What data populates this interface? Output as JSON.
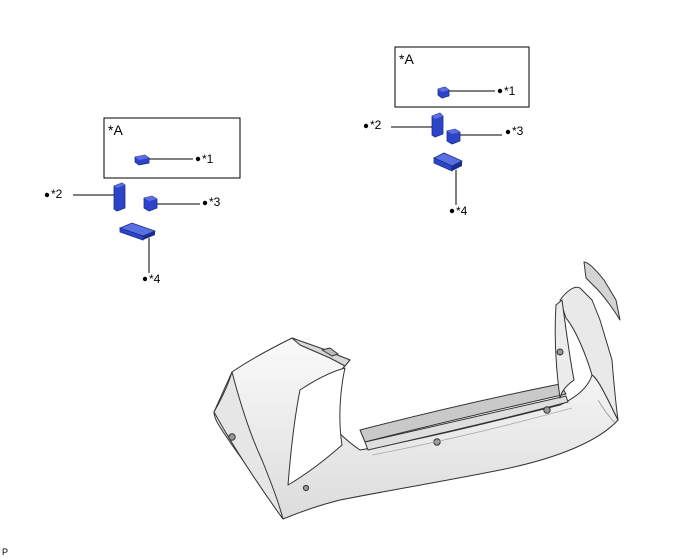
{
  "callouts": {
    "a": "*A",
    "c1": "*1",
    "c2": "*2",
    "c3": "*3",
    "c4": "*4"
  },
  "corner_code": "P",
  "colors": {
    "part_blue": "#2c45c8",
    "part_blue_dark": "#1c2e8c",
    "bumper_light": "#f1f1f1",
    "bumper_shade": "#c9c9c9",
    "outline": "#333333"
  }
}
